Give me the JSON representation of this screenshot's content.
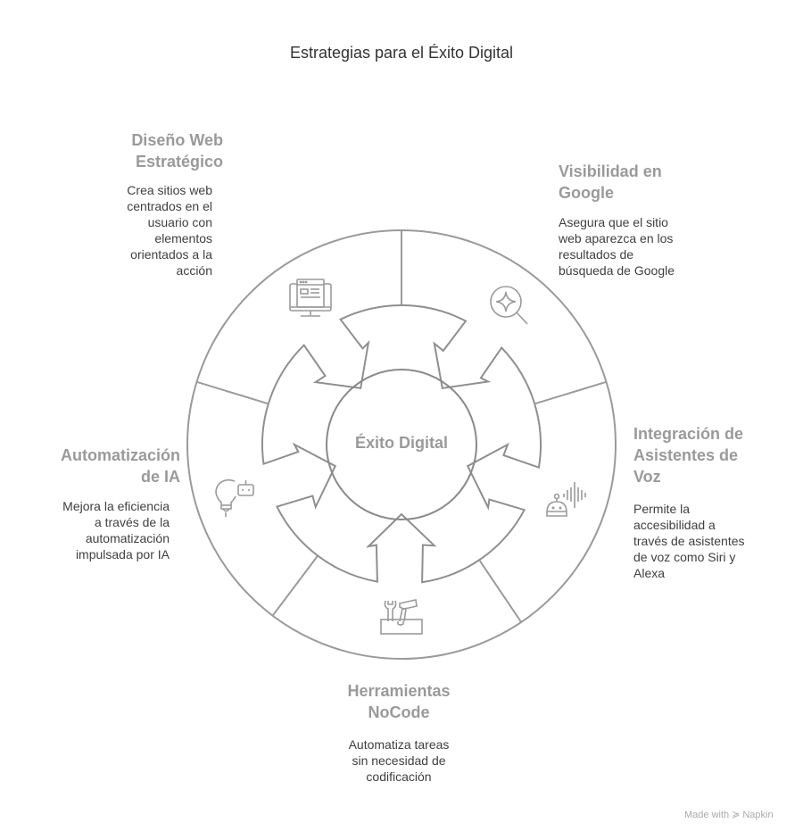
{
  "title": "Estrategias para el Éxito Digital",
  "center": "Éxito Digital",
  "segments": [
    {
      "heading": "Diseño Web\nEstratégico",
      "body": "Crea sitios web\ncentrados en el\nusuario con\nelementos\norientados a la\nacción",
      "icon": "web-design-monitor-icon"
    },
    {
      "heading": "Visibilidad en\nGoogle",
      "body": "Asegura que el sitio\nweb aparezca en los\nresultados de\nbúsqueda de Google",
      "icon": "search-sparkle-icon"
    },
    {
      "heading": "Integración de\nAsistentes de\nVoz",
      "body": "Permite la\naccesibilidad a\ntravés de asistentes\nde voz como Siri y\nAlexa",
      "icon": "voice-assistant-robot-icon"
    },
    {
      "heading": "Herramientas\nNoCode",
      "body": "Automatiza tareas\nsin necesidad de\ncodificación",
      "icon": "toolbox-icon"
    },
    {
      "heading": "Automatización\nde IA",
      "body": "Mejora la eficiencia\na través de la\nautomatización\nimpulsada por IA",
      "icon": "lightbulb-robot-icon"
    }
  ],
  "credit": {
    "prefix": "Made with",
    "brand": "Napkin"
  },
  "colors": {
    "stroke": "#9a9a9a",
    "heading": "#9a9a9a",
    "body": "#404040"
  }
}
